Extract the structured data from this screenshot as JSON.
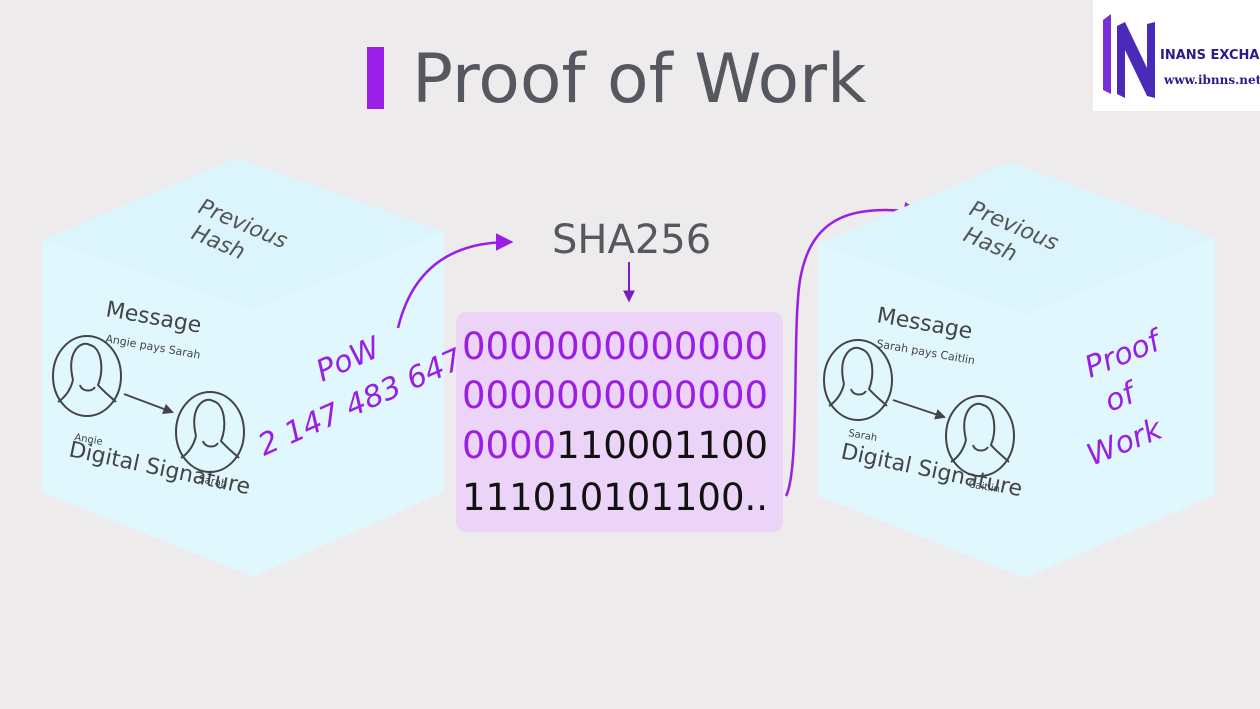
{
  "title": "Proof of Work",
  "colors": {
    "accent": "#9a1ee6",
    "title": "#55595f",
    "cube_face": "#e0f7fd",
    "hash_box": "#ebd4f8",
    "text_dark": "#444444"
  },
  "left_block": {
    "previous_hash_line1": "Previous",
    "previous_hash_line2": "Hash",
    "message": "Message",
    "message_detail": "Angie pays Sarah",
    "sender": "Angie",
    "receiver": "Sarah",
    "signature": "Digital Signature",
    "pow_label": "PoW",
    "pow_value": "2 147 483 647"
  },
  "hash": {
    "algorithm": "SHA256",
    "line1": "0000000000000",
    "line2": "0000000000000",
    "line3_zeros": "0000",
    "line3_rest": "110001100",
    "line4": "111010101100.."
  },
  "right_block": {
    "previous_hash_line1": "Previous",
    "previous_hash_line2": "Hash",
    "message": "Message",
    "message_detail": "Sarah pays Caitlin",
    "sender": "Sarah",
    "receiver": "Caitlin",
    "signature": "Digital Signature",
    "proof_line1": "Proof",
    "proof_line2": "of",
    "proof_line3": "Work"
  },
  "logo": {
    "name": "INANS EXCHANGE",
    "url": "www.ibnns.net"
  }
}
